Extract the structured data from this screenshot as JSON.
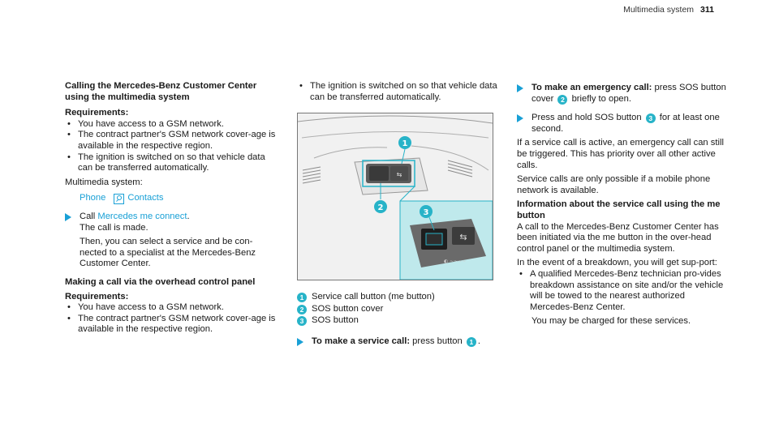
{
  "header": {
    "section": "Multimedia system",
    "page_number": "311"
  },
  "col1": {
    "heading": "Calling the Mercedes-Benz Customer Center using the multimedia system",
    "req1_label": "Requirements:",
    "req1_items": [
      "You have access to a GSM network.",
      "The contract partner's GSM network cover-age is available in the respective region.",
      "The ignition is switched on so that vehicle data can be transferred automatically."
    ],
    "multimedia_label": "Multimedia system:",
    "menu_phone": "Phone",
    "menu_contacts": "Contacts",
    "step_call_prefix": "Call ",
    "step_call_link": "Mercedes me connect",
    "step_call_suffix": ".",
    "step_made": "The call is made.",
    "step_then": "Then, you can select a service and be con-nected to a specialist at the Mercedes-Benz Customer Center.",
    "heading2": "Making a call via the overhead control panel",
    "req2_label": "Requirements:",
    "req2_items": [
      "You have access to a GSM network.",
      "The contract partner's GSM network cover-age is available in the respective region."
    ]
  },
  "col2": {
    "bullet": "The ignition is switched on so that vehicle data can be transferred automatically.",
    "legend": [
      {
        "num": "1",
        "text": "Service call button (me button)"
      },
      {
        "num": "2",
        "text": "SOS button cover"
      },
      {
        "num": "3",
        "text": "SOS button"
      }
    ],
    "step_bold": "To make a service call:",
    "step_text": " press button ",
    "step_num": "1",
    "step_end": "."
  },
  "col3": {
    "step1_bold": "To make an emergency call:",
    "step1_text": " press SOS button cover ",
    "step1_num": "2",
    "step1_end": " briefly to open.",
    "step2_text": "Press and hold SOS button ",
    "step2_num": "3",
    "step2_end": " for at least one second.",
    "p1": "If a service call is active, an emergency call can still be triggered. This has priority over all other active calls.",
    "p2": "Service calls are only possible if a mobile phone network is available.",
    "heading": "Information about the service call using the me button",
    "p3": "A call to the Mercedes-Benz Customer Center has been initiated via the me button in the over-head control panel or the multimedia system.",
    "p4": "In the event of a breakdown, you will get sup-port:",
    "bullet": "A qualified Mercedes-Benz technician pro-vides breakdown assistance on site and/or the vehicle will be towed to the nearest authorized Mercedes-Benz Center.",
    "p5": "You may be charged for these services."
  },
  "colors": {
    "accent": "#19a0d6",
    "callout": "#27b3c8",
    "highlight_panel": "#bfe9ec"
  }
}
